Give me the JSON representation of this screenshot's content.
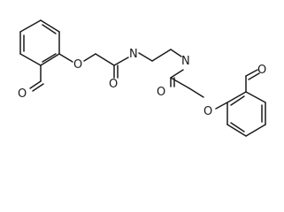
{
  "molecule": {
    "atoms": {
      "o_ald1": "O",
      "o_ether1": "O",
      "n1": "N",
      "o_amide1": "O",
      "n2": "N",
      "o_amide2": "O",
      "o_ether2": "O",
      "o_ald2": "O"
    }
  }
}
